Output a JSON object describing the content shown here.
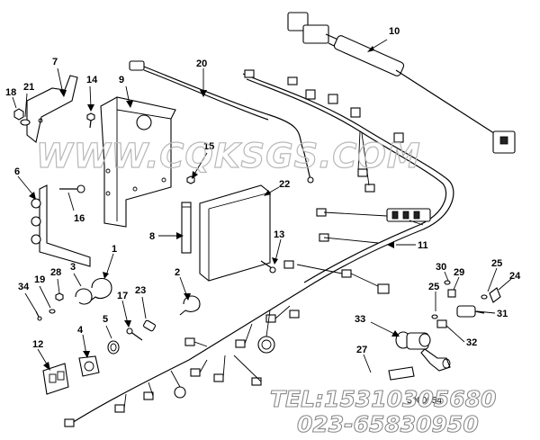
{
  "diagram": {
    "callouts": [
      "1",
      "2",
      "3",
      "4",
      "5",
      "6",
      "7",
      "8",
      "9",
      "10",
      "11",
      "12",
      "13",
      "14",
      "15",
      "16",
      "17",
      "18",
      "19",
      "20",
      "21",
      "22",
      "23",
      "24",
      "25",
      "25",
      "27",
      "28",
      "29",
      "30",
      "31",
      "32",
      "33",
      "34"
    ],
    "part_label_text": "3900054",
    "watermark": "WWW.CQKSGS.COM",
    "phone_line_1": "TEL:15310305680",
    "phone_line_2": "023-65830950"
  }
}
